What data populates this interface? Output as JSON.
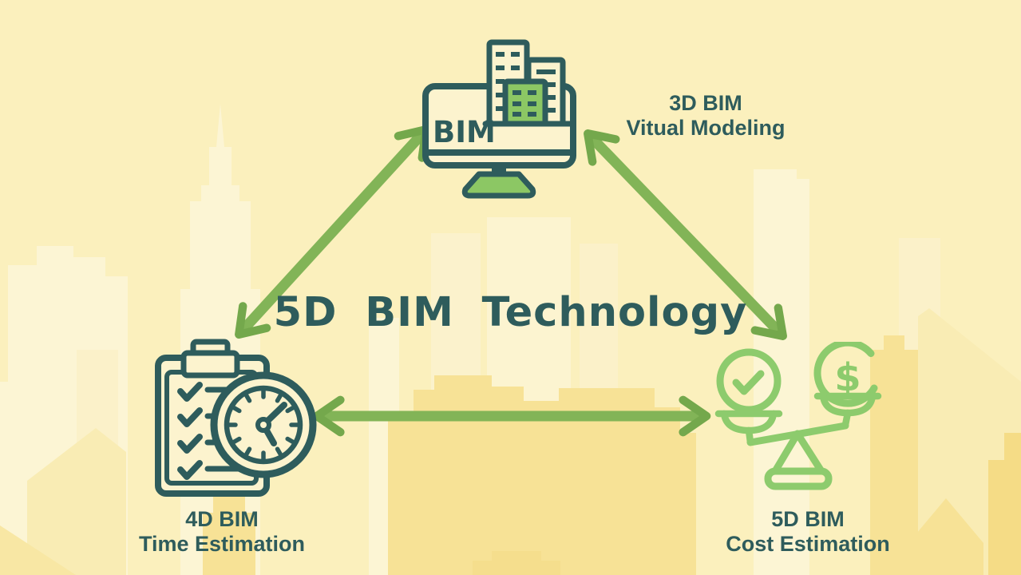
{
  "title": "5D BIM Technology",
  "nodes": {
    "modeling": {
      "heading": "3D BIM",
      "subheading": "Vitual Modeling",
      "icon": "bim-monitor-icon",
      "monitor_label": "BIM"
    },
    "time": {
      "heading": "4D BIM",
      "subheading": "Time Estimation",
      "icon": "clipboard-checklist-clock-icon"
    },
    "cost": {
      "heading": "5D BIM",
      "subheading": "Cost Estimation",
      "icon": "balance-scale-icon",
      "currency_symbol": "$"
    }
  },
  "connections": [
    {
      "from": "3D BIM Vitual Modeling",
      "to": "4D BIM Time Estimation",
      "style": "double-headed-arrow"
    },
    {
      "from": "3D BIM Vitual Modeling",
      "to": "5D BIM Cost Estimation",
      "style": "double-headed-arrow"
    },
    {
      "from": "4D BIM Time Estimation",
      "to": "5D BIM Cost Estimation",
      "style": "double-headed-arrow"
    }
  ],
  "colors": {
    "background": "#FBF0BD",
    "skyline_light": "#FCF5D4",
    "skyline_mid": "#F9ECB4",
    "skyline_gold": "#F7E296",
    "teal": "#2E5C5C",
    "green": "#8CC764",
    "scale_green": "#8DCB6D",
    "arrow_green": "#82B457"
  }
}
